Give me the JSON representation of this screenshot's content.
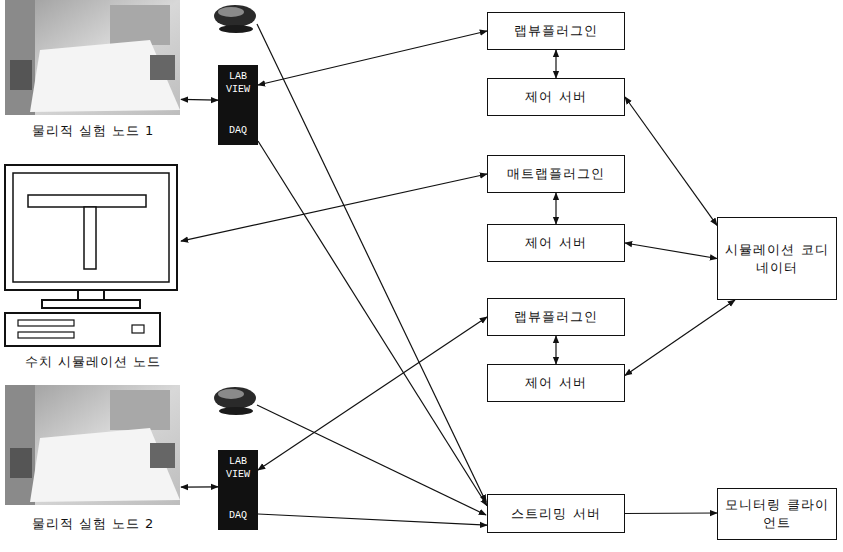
{
  "diagram": {
    "nodes": [
      {
        "text": [
          "물리적 실험 노드 1"
        ]
      },
      {
        "text": [
          "LAB VIEW",
          "DAQ"
        ]
      },
      {
        "text": [
          "랩뷰플러그인"
        ]
      },
      {
        "text": [
          "제어 서버"
        ]
      },
      {
        "text": [
          "수치 시뮬레이션 노드"
        ]
      },
      {
        "text": [
          "매트랩플러그인"
        ]
      },
      {
        "text": [
          "제어 서버"
        ]
      },
      {
        "text": [
          "시뮬레이션 코디네이터"
        ]
      },
      {
        "text": [
          "물리적 실험 노드 2"
        ]
      },
      {
        "text": [
          "LAB VIEW",
          "DAQ"
        ]
      },
      {
        "text": [
          "랩뷰플러그인"
        ]
      },
      {
        "text": [
          "제어 서버"
        ]
      },
      {
        "text": [
          "스트리밍 서버"
        ]
      },
      {
        "text": [
          "모니터링 클라이언트"
        ]
      }
    ],
    "edges": [
      {
        "from": 0,
        "to": 1,
        "arrow": "both"
      },
      {
        "from": 2,
        "to": 1,
        "arrow": "both"
      },
      {
        "from": 2,
        "to": 3,
        "arrow": "both"
      },
      {
        "from": 3,
        "to": 7,
        "arrow": "both"
      },
      {
        "from": 5,
        "to": 4,
        "arrow": "both"
      },
      {
        "from": 5,
        "to": 6,
        "arrow": "both"
      },
      {
        "from": 6,
        "to": 7,
        "arrow": "both"
      },
      {
        "from": 8,
        "to": 9,
        "arrow": "both"
      },
      {
        "from": 10,
        "to": 9,
        "arrow": "both"
      },
      {
        "from": 10,
        "to": 11,
        "arrow": "both"
      },
      {
        "from": 11,
        "to": 7,
        "arrow": "both"
      },
      {
        "from": 1,
        "to": 12,
        "arrow": "to"
      },
      {
        "from": 9,
        "to": 12,
        "arrow": "to"
      },
      {
        "from": 12,
        "to": 13,
        "arrow": "to"
      }
    ]
  }
}
